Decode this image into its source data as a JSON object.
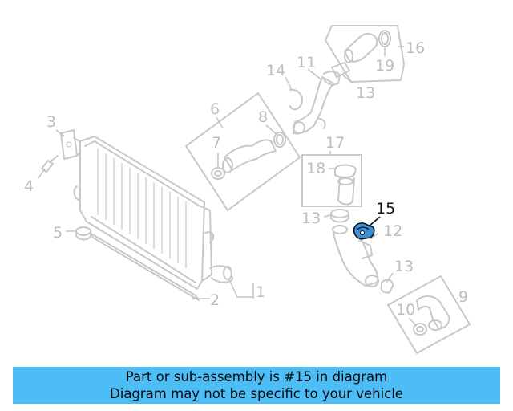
{
  "labels": {
    "c1": "1",
    "c2": "2",
    "c3": "3",
    "c4": "4",
    "c5": "5",
    "c6": "6",
    "c7": "7",
    "c8": "8",
    "c9": "9",
    "c10": "10",
    "c11": "11",
    "c12": "12",
    "c13a": "13",
    "c13b": "13",
    "c13c": "13",
    "c14": "14",
    "c15": "15",
    "c16": "16",
    "c17": "17",
    "c18": "18",
    "c19": "19"
  },
  "highlight_color": "#3a8fd6",
  "banner": {
    "line1": "Part or sub-assembly is #15 in diagram",
    "line2": "Diagram may not be specific to your vehicle",
    "background": "#4dbdf5"
  }
}
